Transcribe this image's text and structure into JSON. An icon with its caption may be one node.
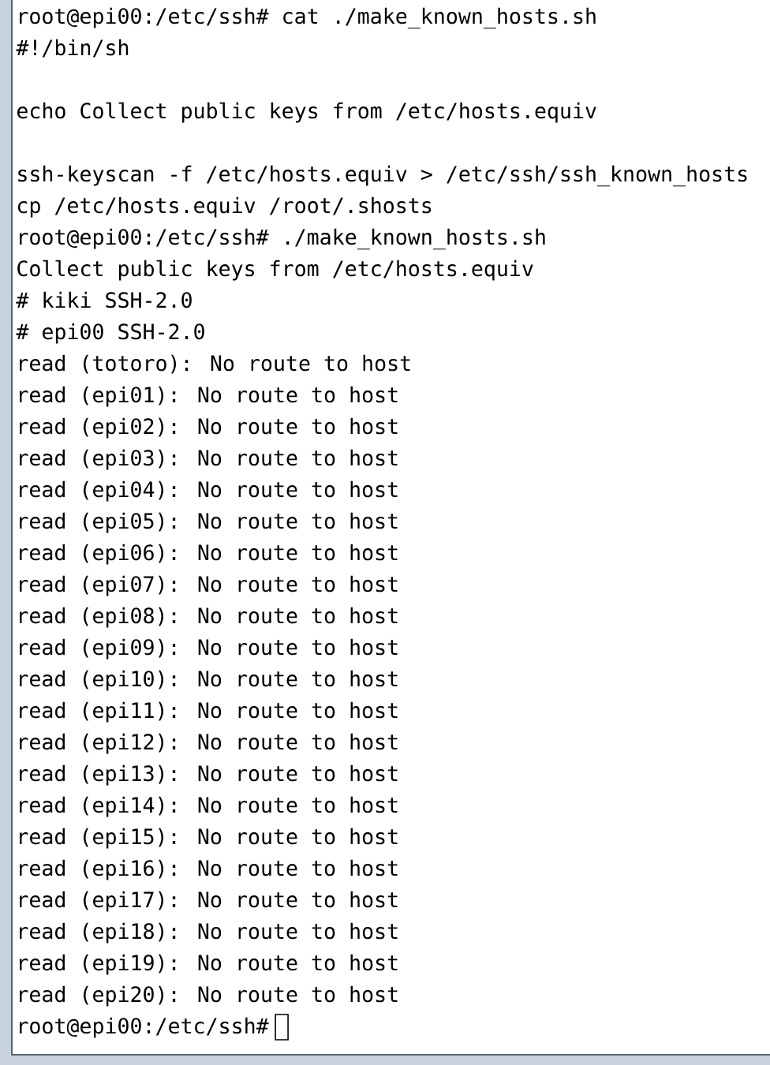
{
  "diagram": {
    "labels": [
      "root@epi00:/etc/ssh# cat ./make_known_hosts.sh",
      "#!/bin/sh",
      "echo Collect public keys from /etc/hosts.equiv",
      "ssh-keyscan -f /etc/hosts.equiv > /etc/ssh/ssh_known_hosts",
      "cp /etc/hosts.equiv /root/.shosts",
      "root@epi00:/etc/ssh# ./make_known_hosts.sh",
      "Collect public keys from /etc/hosts.equiv",
      "# kiki SSH-2.0",
      "# epi00 SSH-2.0",
      "read (totoro): No route to host",
      "read (epi01): No route to host",
      "read (epi02): No route to host",
      "read (epi03): No route to host",
      "read (epi04): No route to host",
      "read (epi05): No route to host",
      "read (epi06): No route to host",
      "read (epi07): No route to host",
      "read (epi08): No route to host",
      "read (epi09): No route to host",
      "read (epi10): No route to host",
      "read (epi11): No route to host",
      "read (epi12): No route to host",
      "read (epi13): No route to host",
      "read (epi14): No route to host",
      "read (epi15): No route to host",
      "read (epi16): No route to host",
      "read (epi17): No route to host",
      "read (epi18): No route to host",
      "read (epi19): No route to host",
      "read (epi20): No route to host",
      "root@epi00:/etc/ssh#"
    ]
  }
}
